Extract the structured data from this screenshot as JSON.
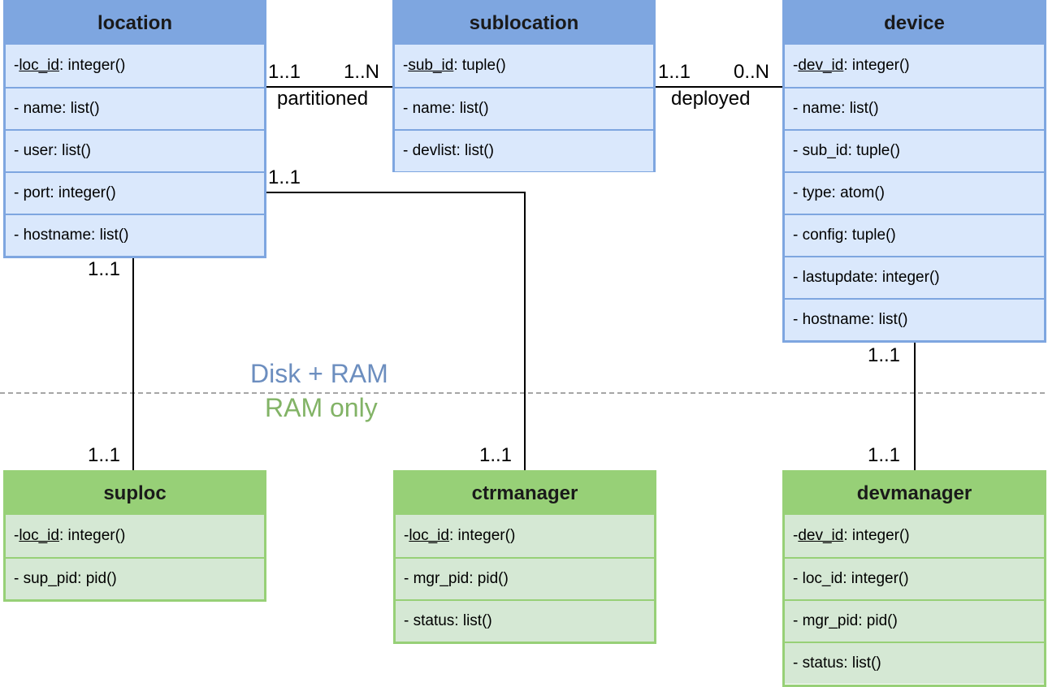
{
  "entities": {
    "location": {
      "title": "location",
      "rows": [
        {
          "key": "loc_id",
          "rest": ": integer()"
        },
        {
          "text": "- name: list()"
        },
        {
          "text": "- user: list()"
        },
        {
          "text": "- port: integer()"
        },
        {
          "text": "- hostname: list()"
        }
      ]
    },
    "sublocation": {
      "title": "sublocation",
      "rows": [
        {
          "key": "sub_id",
          "rest": ": tuple()"
        },
        {
          "text": "- name: list()"
        },
        {
          "text": "- devlist: list()"
        }
      ]
    },
    "device": {
      "title": "device",
      "rows": [
        {
          "key": "dev_id",
          "rest": ": integer()"
        },
        {
          "text": "- name: list()"
        },
        {
          "text": "- sub_id: tuple()"
        },
        {
          "text": "- type: atom()"
        },
        {
          "text": "- config: tuple()"
        },
        {
          "text": "- lastupdate: integer()"
        },
        {
          "text": "- hostname: list()"
        }
      ]
    },
    "suploc": {
      "title": "suploc",
      "rows": [
        {
          "key": "loc_id",
          "rest": ": integer()"
        },
        {
          "text": "- sup_pid: pid()"
        }
      ]
    },
    "ctrmanager": {
      "title": "ctrmanager",
      "rows": [
        {
          "key": "loc_id",
          "rest": ": integer()"
        },
        {
          "text": "- mgr_pid: pid()"
        },
        {
          "text": "- status: list()"
        }
      ]
    },
    "devmanager": {
      "title": "devmanager",
      "rows": [
        {
          "key": "dev_id",
          "rest": ": integer()"
        },
        {
          "text": "- loc_id: integer()"
        },
        {
          "text": "- mgr_pid: pid()"
        },
        {
          "text": "- status: list()"
        }
      ]
    }
  },
  "key_prefix": "- ",
  "relations": {
    "partitioned": {
      "label": "partitioned",
      "from_card": "1..1",
      "to_card": "1..N"
    },
    "deployed": {
      "label": "deployed",
      "from_card": "1..1",
      "to_card": "0..N"
    },
    "loc_ctr": {
      "from_card": "1..1",
      "to_card": "1..1"
    },
    "loc_sup": {
      "from_card": "1..1",
      "to_card": "1..1"
    },
    "dev_devmgr": {
      "from_card": "1..1",
      "to_card": "1..1"
    }
  },
  "zones": {
    "disk": "Disk + RAM",
    "ram": "RAM only"
  },
  "colors": {
    "disk_header": "#7ea6e0",
    "disk_row": "#dae8fc",
    "ram_header": "#97d077",
    "ram_row": "#d5e8d4",
    "disk_text": "#6c8ebf",
    "ram_text": "#82b366"
  }
}
